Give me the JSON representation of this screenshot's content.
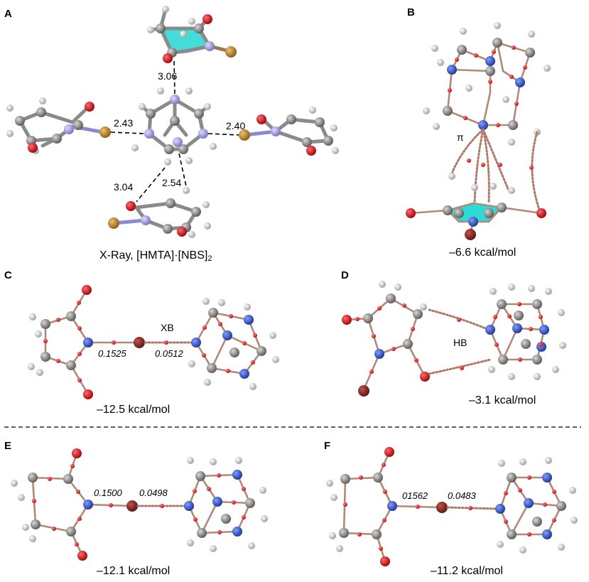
{
  "panels": {
    "A": {
      "letter": "A",
      "caption_main": "X-Ray, [HMTA]·[NBS]",
      "caption_sub": "2",
      "distances": [
        "3.06",
        "2.43",
        "2.40",
        "3.04",
        "2.54"
      ]
    },
    "B": {
      "letter": "B",
      "label": "π",
      "energy": "–6.6 kcal/mol"
    },
    "C": {
      "letter": "C",
      "interaction": "XB",
      "value_left": "0.1525",
      "value_right": "0.0512",
      "energy": "–12.5 kcal/mol"
    },
    "D": {
      "letter": "D",
      "interaction": "HB",
      "energy": "–3.1 kcal/mol"
    },
    "E": {
      "letter": "E",
      "value_left": "0.1500",
      "value_right": "0.0498",
      "energy": "–12.1 kcal/mol"
    },
    "F": {
      "letter": "F",
      "value_left": "01562",
      "value_right": "0.0483",
      "energy": "–11.2 kcal/mol"
    }
  },
  "colors": {
    "carbon": "#7a7a7a",
    "nitrogen": "#2f56c8",
    "oxygen": "#d0101a",
    "bromine": "#8b2a22",
    "bromine_xray": "#b8862a",
    "hydrogen": "#eeeeee",
    "nitrogen_xray": "#a7a7e6",
    "ring_fill": "#2fd9d5",
    "critical_point": "#e01010",
    "bond_path": "#b08a78"
  }
}
